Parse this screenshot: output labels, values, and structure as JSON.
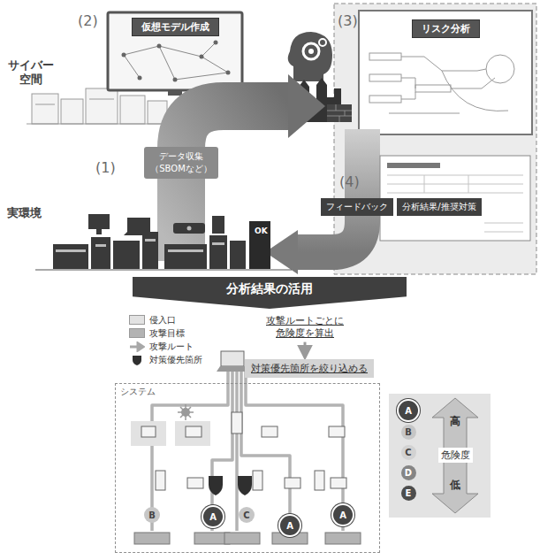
{
  "diagram": {
    "nodes": [
      {
        "text": [
          "仮想モデル作成"
        ]
      },
      {
        "text": [
          "リスク分析"
        ]
      },
      {
        "text": [
          "データ収集 （SBOMなど）"
        ]
      },
      {
        "text": [
          "フィードバック"
        ]
      },
      {
        "text": [
          "分析結果/推奨対策"
        ]
      },
      {
        "text": [
          "分析結果の活用"
        ]
      },
      {
        "text": [
          "攻撃ルートごとに 危険度を算出"
        ]
      },
      {
        "text": [
          "対策優先箇所を絞り込める"
        ]
      },
      {
        "text": [
          "システム"
        ]
      },
      {
        "text": [
          "B"
        ],
        "in": 8
      },
      {
        "text": [
          "A"
        ],
        "in": 8
      },
      {
        "text": [
          "C"
        ],
        "in": 8
      },
      {
        "text": [
          "A"
        ],
        "in": 8
      },
      {
        "text": [
          "A"
        ],
        "in": 8
      },
      {
        "text": [
          "A"
        ]
      },
      {
        "text": [
          "B"
        ]
      },
      {
        "text": [
          "C"
        ]
      },
      {
        "text": [
          "D"
        ]
      },
      {
        "text": [
          "E"
        ]
      }
    ],
    "edges": [
      {
        "from": 6,
        "to": 7,
        "arrow": "to"
      }
    ],
    "labels": [
      "(2)",
      "サイバー 空間",
      "(3)",
      "(1)",
      "(4)",
      "実環境",
      "OK",
      "高",
      "危険度",
      "低"
    ],
    "legend": [
      {
        "text": "侵入口",
        "color": "#e2e2e2"
      },
      {
        "text": "攻撃目標",
        "color": "#b3b3b3"
      },
      {
        "text": "攻撃ルート"
      },
      {
        "text": "対策優先箇所"
      }
    ]
  }
}
